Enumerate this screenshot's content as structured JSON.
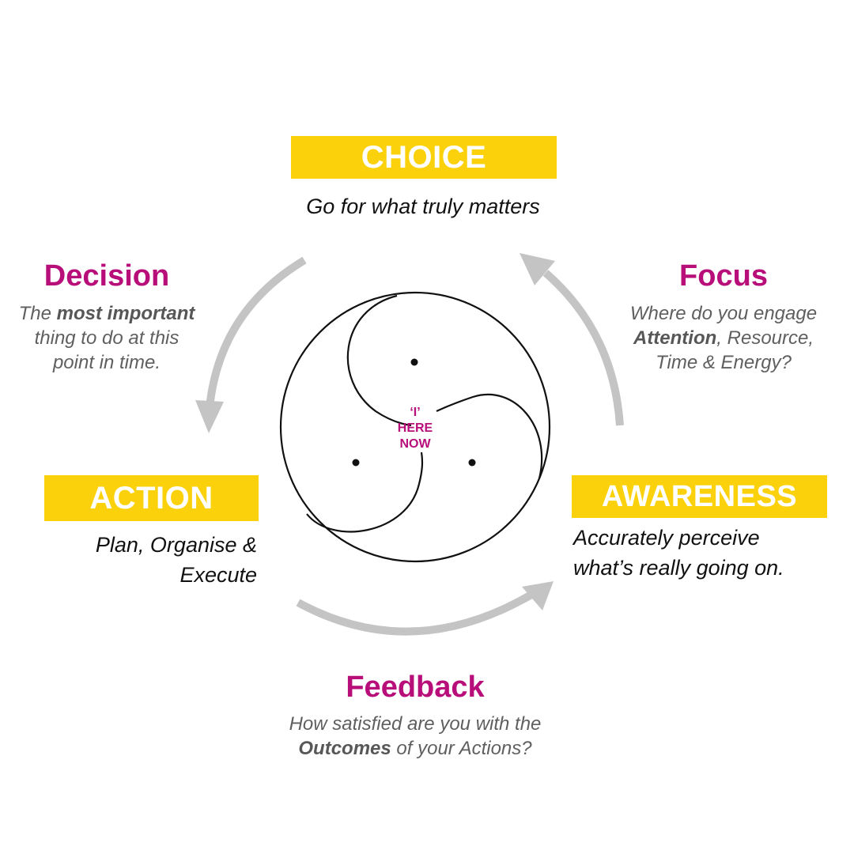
{
  "nodes": {
    "choice": {
      "label": "CHOICE",
      "description": "Go for what truly matters"
    },
    "action": {
      "label": "ACTION",
      "description_line1": "Plan, Organise &",
      "description_line2": "Execute"
    },
    "awareness": {
      "label": "AWARENESS",
      "description_line1": "Accurately perceive",
      "description_line2": "what’s really going on."
    }
  },
  "transitions": {
    "decision": {
      "title": "Decision",
      "line1_pre": "The ",
      "line1_bold": "most important",
      "line2": "thing to do at this",
      "line3": "point in time."
    },
    "focus": {
      "title": "Focus",
      "line1": "Where do you engage",
      "line2_bold": "Attention",
      "line2_post": ", Resource,",
      "line3": "Time & Energy?"
    },
    "feedback": {
      "title": "Feedback",
      "line1": "How satisfied are you with the",
      "line2_bold": "Outcomes",
      "line2_post": " of your Actions?"
    }
  },
  "center": {
    "line1": "‘I’",
    "line2": "HERE",
    "line3": "NOW"
  },
  "colors": {
    "accent_yellow": "#FBD10B",
    "heading_magenta": "#B80E79",
    "arrow_gray": "#C4C4C4"
  }
}
